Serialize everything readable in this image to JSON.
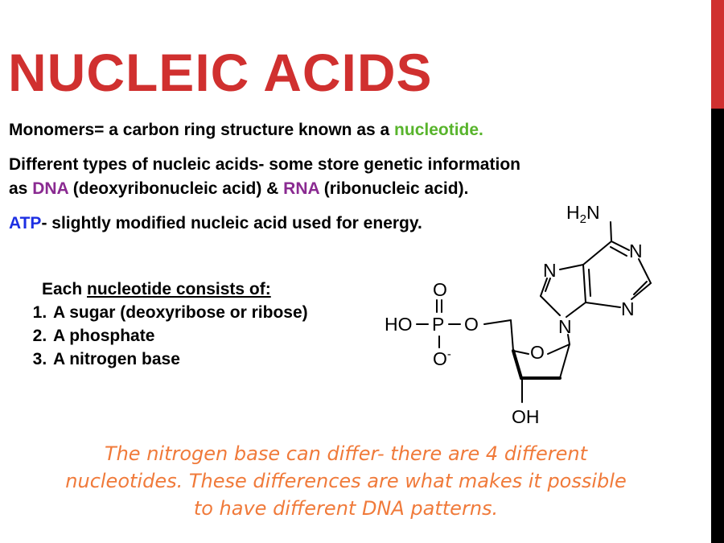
{
  "title": "NUCLEIC ACIDS",
  "monomers": {
    "prefix": "Monomers= a carbon ring structure known as a ",
    "highlight": "nucleotide.",
    "highlight_color": "#58b42c"
  },
  "types": {
    "line1": "Different types of nucleic acids- some store genetic information",
    "line2_prefix": "as ",
    "dna": "DNA",
    "dna_full": " (deoxyribonucleic acid) & ",
    "rna": "RNA",
    "rna_full": " (ribonucleic acid).",
    "accent_color": "#8a2a91"
  },
  "atp": {
    "label": "ATP",
    "text": "- slightly modified nucleic acid used for energy.",
    "label_color": "#1d2fe3"
  },
  "consists": {
    "heading_prefix": "Each ",
    "heading_underlined": "nucleotide consists of:",
    "items": [
      "A sugar (deoxyribose or ribose)",
      "A phosphate",
      "A nitrogen base"
    ]
  },
  "structure": {
    "h2n_h": "H",
    "h2n_sub": "2",
    "h2n_n": "N",
    "n_top_right": "N",
    "n_upper_left": "N",
    "n_lower_right": "N",
    "n_glycosidic": "N",
    "o_double": "O",
    "ho": "HO",
    "p": "P",
    "o_bridge": "O",
    "o_minus": "O",
    "minus": "-",
    "o_ring": "O",
    "oh": "OH"
  },
  "note": {
    "line1": "The nitrogen base can differ- there are 4 different",
    "line2": "nucleotides. These differences are what makes it possible",
    "line3": "to have different DNA patterns.",
    "color": "#f07a3a"
  },
  "colors": {
    "title": "#d0302f",
    "side_bar_red": "#d0302f",
    "side_bar_black": "#000000"
  }
}
